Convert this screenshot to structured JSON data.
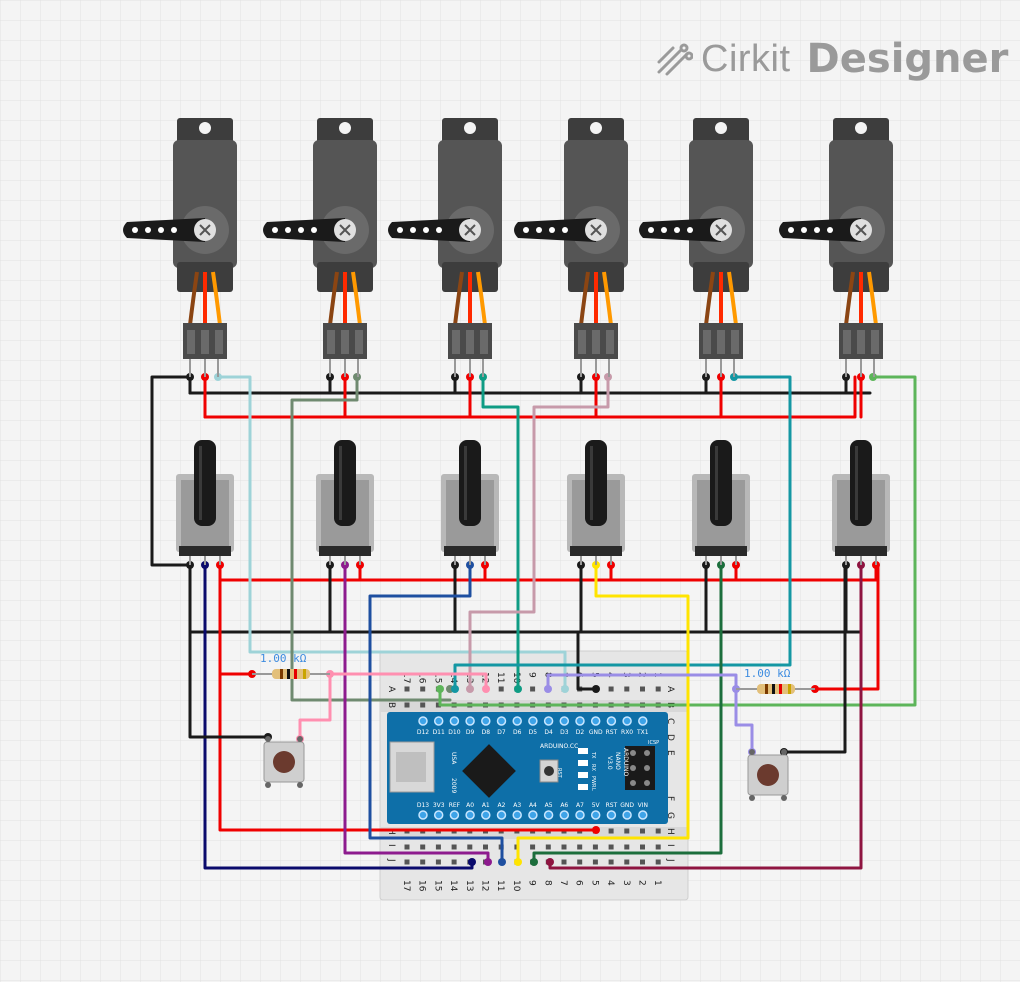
{
  "brand": {
    "name_part1": "Cirkit",
    "name_part2": "Designer"
  },
  "resistors": [
    {
      "label": "1.00 kΩ"
    },
    {
      "label": "1.00 kΩ"
    }
  ],
  "breadboard": {
    "row_letters_top": [
      "A",
      "B",
      "C",
      "D",
      "E"
    ],
    "row_letters_bottom": [
      "F",
      "G",
      "H",
      "I",
      "J"
    ],
    "column_numbers": [
      "17",
      "16",
      "15",
      "14",
      "13",
      "12",
      "11",
      "10",
      "9",
      "8",
      "7",
      "6",
      "5",
      "4",
      "3",
      "2",
      "1"
    ]
  },
  "nano": {
    "top_pins": [
      "D12",
      "D11",
      "D10",
      "D9",
      "D8",
      "D7",
      "D6",
      "D5",
      "D4",
      "D3",
      "D2",
      "GND",
      "RST",
      "RX0",
      "TX1"
    ],
    "bottom_pins": [
      "D13",
      "3V3",
      "REF",
      "A0",
      "A1",
      "A2",
      "A3",
      "A4",
      "A5",
      "A6",
      "A7",
      "5V",
      "RST",
      "GND",
      "VIN"
    ],
    "brand_text": "ARDUINO.CC",
    "model_text": [
      "ARDUINO",
      "NANO",
      "V3.0"
    ],
    "usa": "USA",
    "year": "2009",
    "icsp": "ICSP",
    "rst": "RST",
    "led_labels": [
      "TX",
      "RX",
      "PWR",
      "L"
    ]
  },
  "colors": {
    "wire_red": "#ef0000",
    "wire_black": "#1a1a1a",
    "wire_light_blue": "#9ed3d8",
    "wire_gray_green": "#6f8a70",
    "wire_teal": "#0f9c84",
    "wire_mauve": "#c79aaa",
    "wire_cyan_dark": "#1497a3",
    "wire_green": "#5db55a",
    "wire_navy": "#0a0a6c",
    "wire_purple": "#8d1b8e",
    "wire_blue": "#1e4fa0",
    "wire_yellow": "#ffe400",
    "wire_dark_green": "#1c6e3c",
    "wire_maroon": "#8e1440",
    "wire_pink": "#ff8fb0",
    "wire_lavender": "#9a8de6",
    "nano_board": "#0e6fa8"
  }
}
